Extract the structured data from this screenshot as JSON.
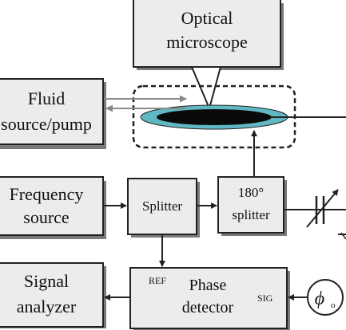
{
  "blocks": {
    "microscope": {
      "line1": "Optical",
      "line2": "microscope"
    },
    "fluid": {
      "line1": "Fluid",
      "line2": "source/pump"
    },
    "frequency": {
      "line1": "Frequency",
      "line2": "source"
    },
    "splitter": {
      "label": "Splitter"
    },
    "splitter180": {
      "line1": "180°",
      "line2": "splitter"
    },
    "analyzer": {
      "line1": "Signal",
      "line2": "analyzer"
    },
    "detector": {
      "ref": "REF",
      "line1": "Phase",
      "line2": "detector",
      "sig": "SIG"
    },
    "phase_shifter": {
      "symbol": "ϕ",
      "subscript": "o"
    }
  },
  "colors": {
    "box_fill": "#ececec",
    "shadow": "#7a7a7a",
    "device_ring": "#5fb8c2",
    "device_core": "#0a0a0a",
    "fluid_arrows": "#8a8a8a"
  }
}
